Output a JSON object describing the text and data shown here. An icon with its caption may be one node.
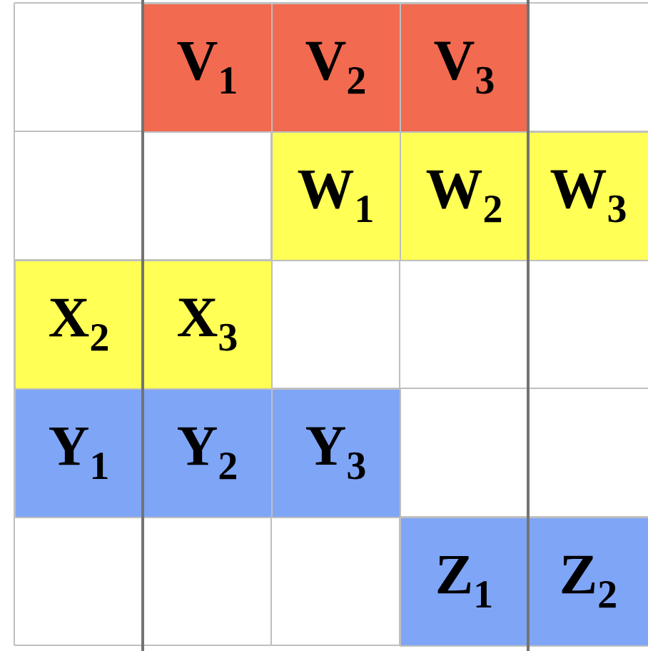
{
  "diagram": {
    "nodes": [
      {
        "text": [
          "V$_{1}$"
        ]
      },
      {
        "text": [
          "V$_{2}$"
        ]
      },
      {
        "text": [
          "V$_{3}$"
        ]
      },
      {
        "text": [
          "W$_{1}$"
        ]
      },
      {
        "text": [
          "W$_{2}$"
        ]
      },
      {
        "text": [
          "W$_{3}$"
        ]
      },
      {
        "text": [
          "X$_{2}$"
        ]
      },
      {
        "text": [
          "X$_{3}$"
        ]
      },
      {
        "text": [
          "Y$_{1}$"
        ]
      },
      {
        "text": [
          "Y$_{2}$"
        ]
      },
      {
        "text": [
          "Y$_{3}$"
        ]
      },
      {
        "text": [
          "Z$_{1}$"
        ]
      },
      {
        "text": [
          "Z$_{2}$"
        ]
      }
    ]
  }
}
